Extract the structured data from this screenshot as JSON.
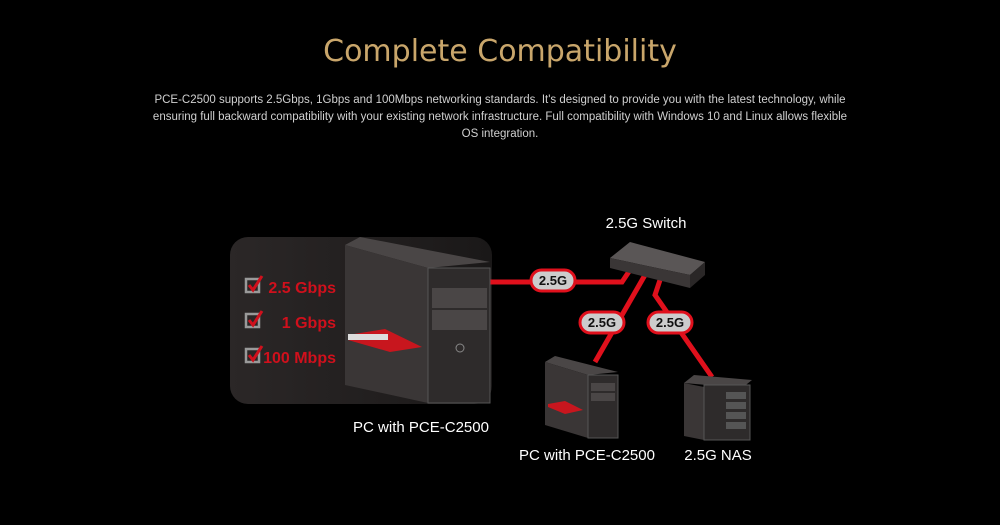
{
  "header": {
    "title": "Complete Compatibility",
    "description": "PCE-C2500 supports 2.5Gbps, 1Gbps and 100Mbps networking standards. It's designed to provide you with the latest technology, while ensuring full backward compatibility with your existing network infrastructure. Full compatibility with Windows 10 and Linux allows flexible OS integration."
  },
  "diagram": {
    "speeds": [
      "2.5  Gbps",
      "1  Gbps",
      "100 Mbps"
    ],
    "links": [
      "2.5G",
      "2.5G",
      "2.5G"
    ],
    "labels": {
      "main_pc": "PC with PCE-C2500",
      "switch": "2.5G Switch",
      "second_pc": "PC with PCE-C2500",
      "nas": "2.5G NAS"
    },
    "colors": {
      "accent": "#e0101c",
      "title": "#c9a66b"
    }
  }
}
